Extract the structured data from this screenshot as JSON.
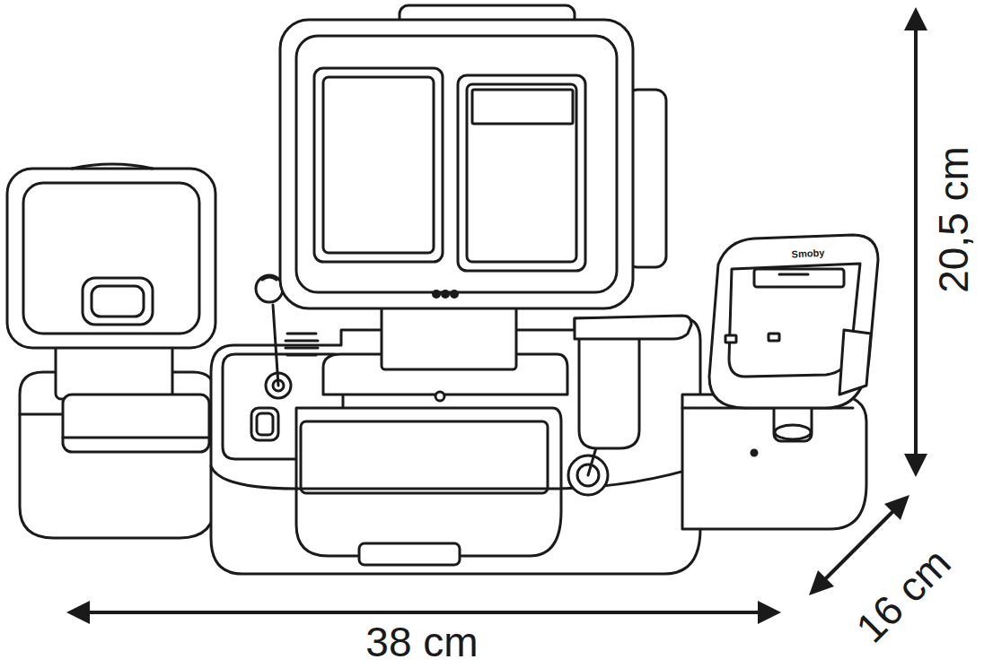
{
  "diagram": {
    "labels": [
      "20,5 cm",
      "16 cm",
      "38 cm",
      "Smoby"
    ]
  }
}
